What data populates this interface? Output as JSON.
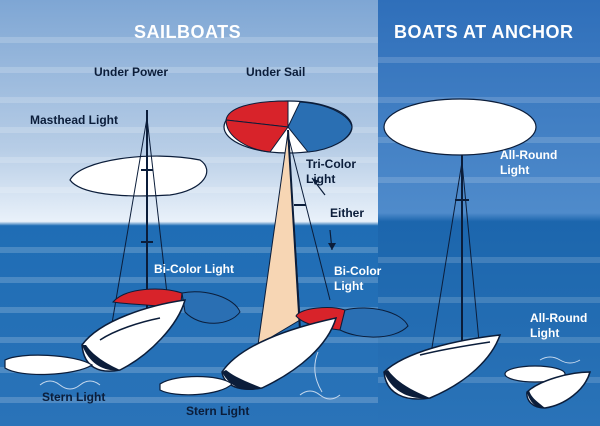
{
  "headings": {
    "sailboats": "SAILBOATS",
    "anchor": "BOATS AT ANCHOR"
  },
  "labels": {
    "under_power": "Under Power",
    "under_sail": "Under Sail",
    "masthead": "Masthead Light",
    "tricolor_line1": "Tri-Color",
    "tricolor_line2": "Light",
    "either": "Either",
    "bicolor_left": "Bi-Color Light",
    "bicolor_right_line1": "Bi-Color",
    "bicolor_right_line2": "Light",
    "allround_top_line1": "All-Round",
    "allround_top_line2": "Light",
    "allround_bottom_line1": "All-Round",
    "allround_bottom_line2": "Light",
    "stern_left": "Stern Light",
    "stern_mid": "Stern Light"
  },
  "colors": {
    "sky_light": "#b9cfe6",
    "sea_dark": "#1a64a8",
    "anchor_panel": "#2f73bc",
    "red_sector": "#d8232a",
    "green_sector": "#2a6fb3",
    "white_light": "#ffffff",
    "sail": "#f7d6b4",
    "hull": "#0b1d3a"
  }
}
